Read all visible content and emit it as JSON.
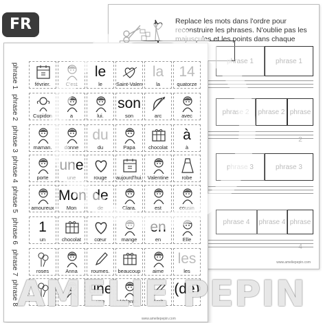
{
  "badge": "FR",
  "back_sheet": {
    "instruction": "Replace les mots dans l'ordre pour reconstruire les phrases. N'oublie pas les majuscules et les points dans chaque phrase.",
    "placeholders": [
      "phrase 1",
      "phrase 1",
      "phrase 2",
      "phrase 2",
      "phrase 2",
      "phrase 3",
      "phrase 3",
      "phrase 4",
      "phrase 4",
      "phrase 4"
    ],
    "url": "www.ameliepepin.com"
  },
  "front_sheet": {
    "row_labels": [
      "phrase 1",
      "phrase 2",
      "phrase 3",
      "phrase 4",
      "phrase 5",
      "phrase 6",
      "phrase 7",
      "phrase 8"
    ],
    "cards": [
      [
        {
          "w": "",
          "c": "février.",
          "p": "calendar"
        },
        {
          "w": "",
          "c": "C'est",
          "p": "kid"
        },
        {
          "w": "le",
          "c": "le"
        },
        {
          "w": "",
          "c": "Saint-Valentin",
          "p": "heart-arrow"
        },
        {
          "w": "la",
          "c": "la",
          "g": true
        },
        {
          "w": "14",
          "c": "quatorze",
          "g": true
        }
      ],
      [
        {
          "w": "",
          "c": "Cupidon",
          "p": "cupid"
        },
        {
          "w": "",
          "c": "a",
          "p": "kid"
        },
        {
          "w": "",
          "c": "lui.",
          "p": "kid"
        },
        {
          "w": "son",
          "c": "son"
        },
        {
          "w": "",
          "c": "arc",
          "p": "bow"
        },
        {
          "w": "",
          "c": "avec",
          "p": "kid"
        }
      ],
      [
        {
          "w": "",
          "c": "maman.",
          "p": "kid"
        },
        {
          "w": "",
          "c": "donne",
          "p": "kid"
        },
        {
          "w": "du",
          "c": "du",
          "g": true
        },
        {
          "w": "",
          "c": "Papa",
          "p": "kid"
        },
        {
          "w": "",
          "c": "chocolat",
          "p": "box"
        },
        {
          "w": "à",
          "c": "à"
        }
      ],
      [
        {
          "w": "",
          "c": "porte",
          "p": "kid"
        },
        {
          "w": "une",
          "c": "une"
        },
        {
          "w": "",
          "c": "rouge",
          "p": "heart"
        },
        {
          "w": "",
          "c": "aujourd'hui.",
          "p": "calendar"
        },
        {
          "w": "",
          "c": "Valentine",
          "p": "kid"
        },
        {
          "w": "",
          "c": "robe",
          "p": "dress"
        }
      ],
      [
        {
          "w": "",
          "c": "amoureux",
          "p": "kid"
        },
        {
          "w": "Mon",
          "c": "Mon"
        },
        {
          "w": "de",
          "c": "de"
        },
        {
          "w": "",
          "c": "Clara.",
          "p": "kid"
        },
        {
          "w": "",
          "c": "est",
          "p": "kid"
        },
        {
          "w": "",
          "c": "cousin",
          "p": "kid"
        }
      ],
      [
        {
          "w": "1",
          "c": "un"
        },
        {
          "w": "",
          "c": "chocolat",
          "p": "box"
        },
        {
          "w": "",
          "c": "cœur",
          "p": "heart"
        },
        {
          "w": "",
          "c": "mange",
          "p": "kid"
        },
        {
          "w": "en",
          "c": "en"
        },
        {
          "w": "",
          "c": "Elle",
          "p": "kid"
        }
      ],
      [
        {
          "w": "",
          "c": "roses",
          "p": "flower"
        },
        {
          "w": "",
          "c": "Anna",
          "p": "kid"
        },
        {
          "w": "",
          "c": "roumes.",
          "p": "pencil"
        },
        {
          "w": "",
          "c": "beaucoup",
          "p": "box"
        },
        {
          "w": "",
          "c": "aime",
          "p": "kid"
        },
        {
          "w": "les",
          "c": "les",
          "g": true
        }
      ],
      [
        {
          "w": "",
          "c": "",
          "p": "flower"
        },
        {
          "w": "",
          "c": "",
          "p": "kid"
        },
        {
          "w": "une",
          "c": "une"
        },
        {
          "w": "",
          "c": "Valentin",
          "p": "kid"
        },
        {
          "w": "",
          "c": "écrit",
          "p": "pencil"
        },
        {
          "w": "(de)",
          "c": ""
        }
      ]
    ],
    "url": "www.ameliepepin.com"
  },
  "watermark": "AMELIE PEPIN"
}
